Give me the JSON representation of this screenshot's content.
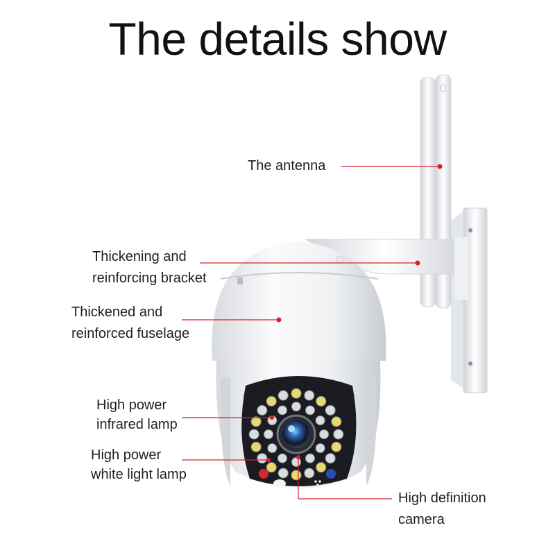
{
  "title": "The details show",
  "labels": {
    "antenna": [
      "The antenna"
    ],
    "bracket": [
      "Thickening and",
      "reinforcing bracket"
    ],
    "fuselage": [
      "Thickened and",
      "reinforced fuselage"
    ],
    "infrared": [
      "High power",
      "infrared lamp"
    ],
    "white_light": [
      "High power",
      "white light lamp"
    ],
    "camera": [
      "High definition",
      "camera"
    ]
  },
  "colors": {
    "leader_line": "#d8202a",
    "body": "#f2f3f5",
    "led_yellow": "#e9d86a",
    "led_white": "#d9dde2"
  },
  "icons": {
    "camera": "ptz-dome-camera-icon"
  }
}
